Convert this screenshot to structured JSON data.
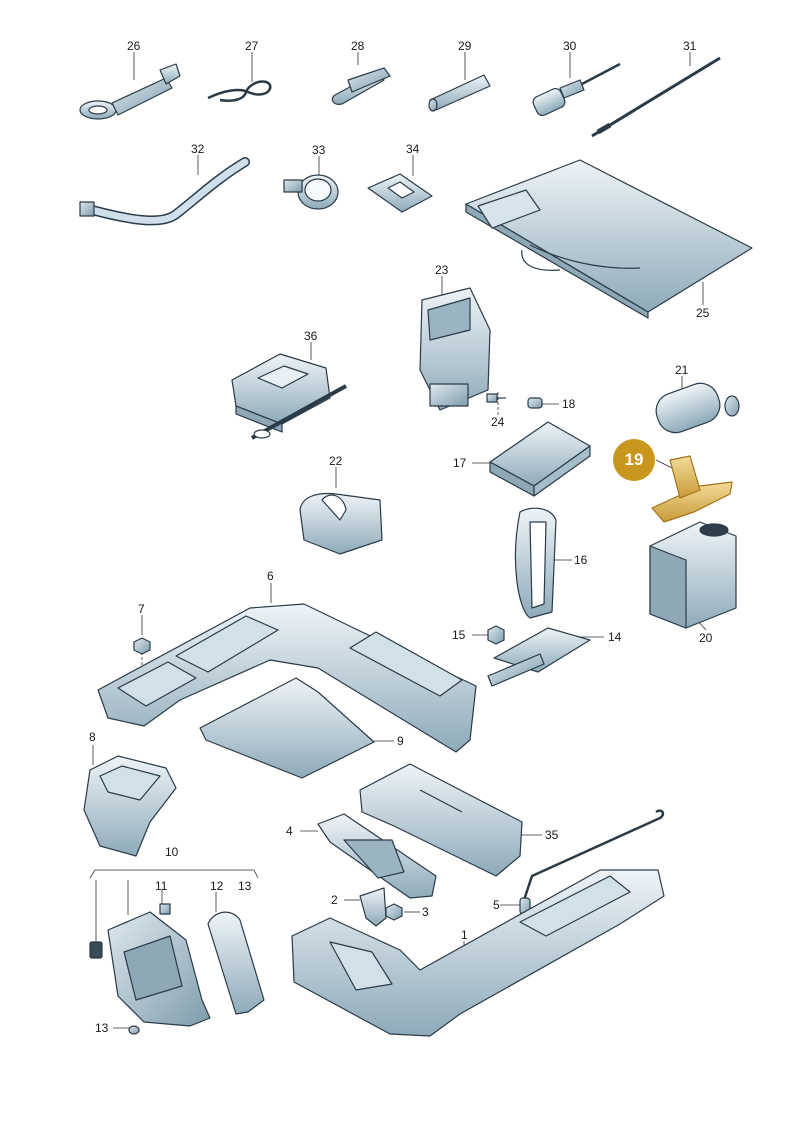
{
  "diagram": {
    "highlight_color": "#c9961e",
    "part_fill": "#b9cfdc",
    "part_stroke": "#2a3b47",
    "labels": {
      "p1": "1",
      "p2": "2",
      "p3": "3",
      "p4": "4",
      "p5": "5",
      "p6": "6",
      "p7": "7",
      "p8": "8",
      "p9": "9",
      "p10": "10",
      "p11": "11",
      "p12": "12",
      "p13a": "13",
      "p13b": "13",
      "p14": "14",
      "p15": "15",
      "p16": "16",
      "p17": "17",
      "p18": "18",
      "p19": "19",
      "p20": "20",
      "p21": "21",
      "p22": "22",
      "p23": "23",
      "p24": "24",
      "p25": "25",
      "p26": "26",
      "p27": "27",
      "p28": "28",
      "p29": "29",
      "p30": "30",
      "p31": "31",
      "p32": "32",
      "p33": "33",
      "p34": "34",
      "p35": "35",
      "p36": "36"
    }
  }
}
